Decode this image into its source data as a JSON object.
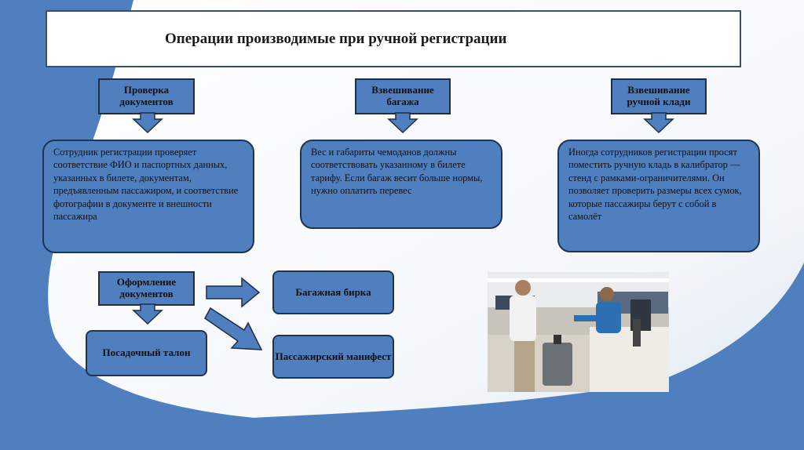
{
  "title": "Операции производимые при ручной регистрации",
  "headers": [
    {
      "label": "Проверка документов"
    },
    {
      "label": "Взвешивание багажа"
    },
    {
      "label": "Взвешивание ручной клади"
    }
  ],
  "descriptions": [
    "Сотрудник регистрации проверяет соответствие ФИО и паспортных данных, указанных в билете, документам, предъявленным пассажиром, и соответствие фотографии в документе и внешности пассажира",
    "Вес и габариты чемоданов должны соответствовать указанному в билете тарифу. Если багаж весит больше нормы, нужно оплатить перевес",
    "Иногда сотрудников регистрации просят поместить ручную кладь в калибратор — стенд с рамками-ограничителями. Он позволяет проверить размеры всех сумок, которые пассажиры берут с собой в самолёт"
  ],
  "documents": {
    "header": "Оформление документов",
    "boarding_pass": "Посадочный талон",
    "baggage_tag": "Багажная бирка",
    "manifest": "Пассажирский манифест"
  },
  "colors": {
    "accent": "#4f7fbf",
    "border": "#1f3352",
    "white": "#ffffff"
  }
}
